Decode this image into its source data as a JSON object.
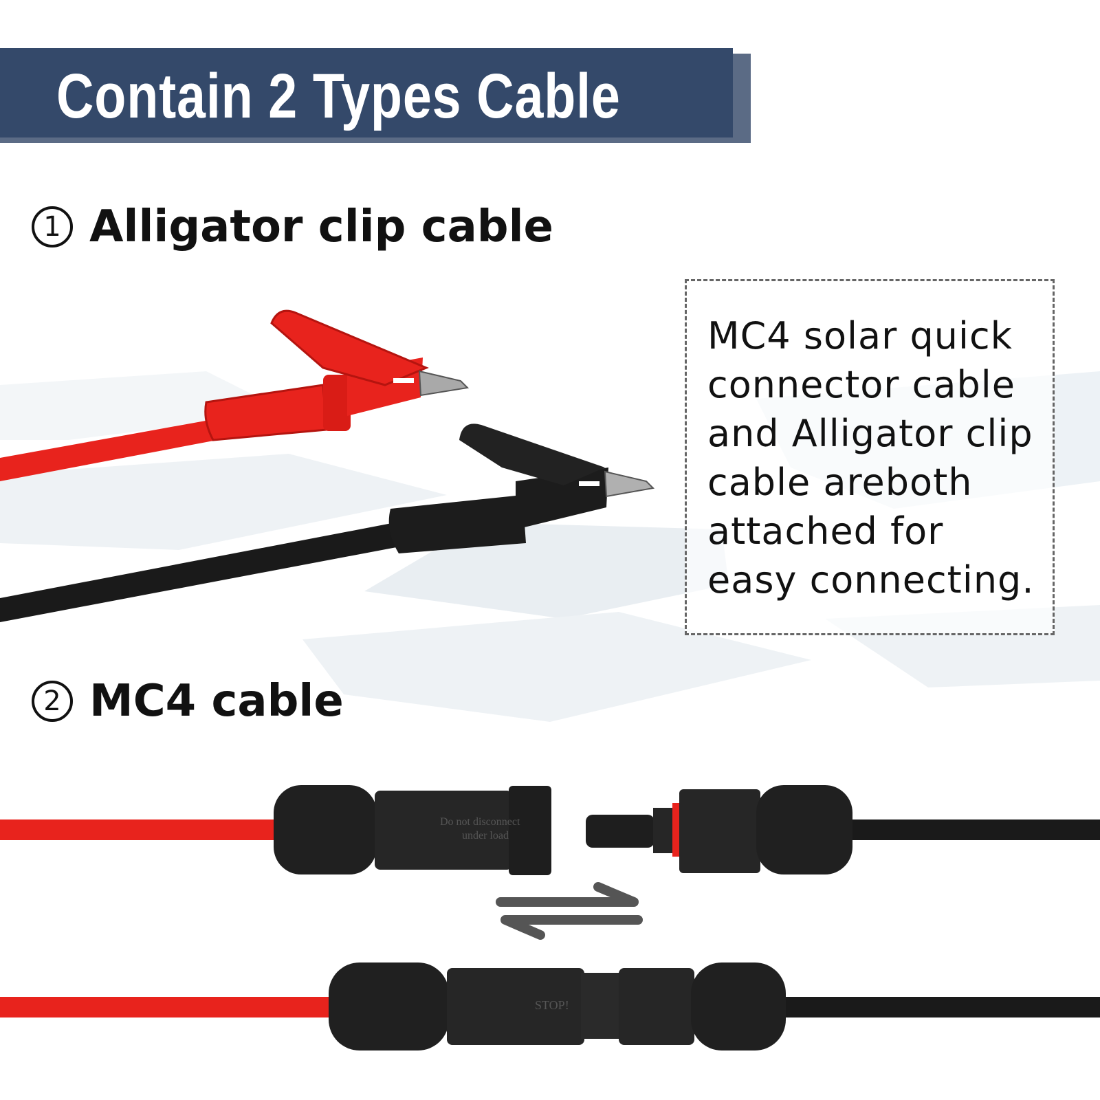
{
  "banner": {
    "title": "Contain 2 Types Cable"
  },
  "section1": {
    "number": "1",
    "title": "Alligator clip cable"
  },
  "section2": {
    "number": "2",
    "title": "MC4 cable"
  },
  "description": {
    "lines": [
      "MC4 solar quick",
      "connector cable",
      "and Alligator clip",
      "cable areboth",
      "attached for",
      "easy connecting."
    ]
  },
  "connector_print": {
    "left_line1": "Do not disconnect",
    "left_line2": "under load",
    "joined": "STOP!"
  },
  "colors": {
    "banner": "#34496a",
    "banner_shadow": "#5b6b85",
    "red_cable": "#e8231d",
    "black_cable": "#1a1a1a",
    "text": "#111111"
  }
}
